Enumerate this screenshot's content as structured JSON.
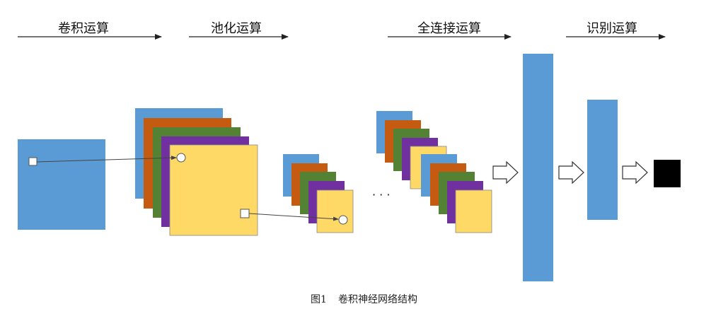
{
  "stages": [
    {
      "id": "conv",
      "label": "卷积运算"
    },
    {
      "id": "pool",
      "label": "池化运算"
    },
    {
      "id": "fc",
      "label": "全连接运算"
    },
    {
      "id": "recog",
      "label": "识别运算"
    }
  ],
  "ellipsis": "· · ·",
  "caption": {
    "number": "图1",
    "text": "卷积神经网络结构"
  },
  "colors": {
    "blue": "#5b9bd5",
    "orange": "#c55a11",
    "green": "#548235",
    "purple": "#7030a0",
    "yellow": "#ffd966",
    "black": "#000000",
    "line": "#444444"
  }
}
